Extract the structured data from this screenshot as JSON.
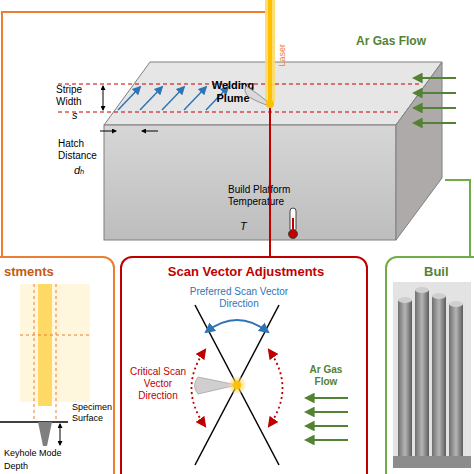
{
  "diagram": {
    "nodes": [
      {
        "text": [
          "Welding Plume",
          "Build Platform Temperature",
          "T"
        ]
      },
      {
        "text": [
          "stments",
          "Specimen Surface",
          "Keyhole Mode",
          "Depth"
        ]
      },
      {
        "text": [
          "Scan Vector Adjustments",
          "Preferred Scan Vector Direction",
          "Critical Scan Vector Direction",
          "Ar Gas Flow"
        ]
      },
      {
        "text": [
          "Buil"
        ]
      }
    ],
    "edges": [
      {
        "from": 0,
        "to": 1,
        "arrow": "none"
      },
      {
        "from": 0,
        "to": 2,
        "arrow": "none"
      },
      {
        "from": 0,
        "to": 3,
        "arrow": "none"
      }
    ],
    "labels": [
      "Laser",
      "Ar Gas Flow",
      "Stripe Width",
      "s",
      "Hatch Distance",
      "dₕ"
    ]
  }
}
